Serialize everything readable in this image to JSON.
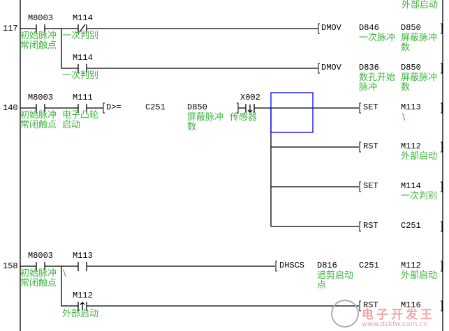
{
  "top_comment": "外部启动",
  "rung117": {
    "step": "117",
    "c1": {
      "device": "M8003",
      "comment": "初始脉冲\n常闭触点"
    },
    "c2": {
      "device": "M114",
      "comment": "一次判别"
    },
    "c3": {
      "device": "M114",
      "comment": "一次判别"
    },
    "i1": {
      "op": "DMOV",
      "a": "D846",
      "a_comment": "一次脉冲",
      "b": "D850",
      "b_comment": "屏蔽脉冲\n数"
    },
    "i2": {
      "op": "DMOV",
      "a": "D836",
      "a_comment": "数孔开始\n脉冲",
      "b": "D850",
      "b_comment": "屏蔽脉冲\n数"
    }
  },
  "rung140": {
    "step": "140",
    "c1": {
      "device": "M8003",
      "comment": "初始脉冲\n常闭触点"
    },
    "c2": {
      "device": "M111",
      "comment": "电子凸轮\n启动"
    },
    "cmp": {
      "op": "D>=",
      "a": "C251",
      "b": "D850",
      "b_comment": "屏蔽脉冲\n数"
    },
    "c3": {
      "device": "X002",
      "comment": "传感器"
    },
    "o1": {
      "op": "SET",
      "a": "M113",
      "a_comment": "\\"
    },
    "o2": {
      "op": "RST",
      "a": "M112",
      "a_comment": "外部启动"
    },
    "o3": {
      "op": "SET",
      "a": "M114",
      "a_comment": "一次判别"
    },
    "o4": {
      "op": "RST",
      "a": "C251"
    }
  },
  "rung158": {
    "step": "158",
    "c1": {
      "device": "M8003",
      "comment": "初始脉冲\n常闭触点"
    },
    "c2": {
      "device": "M113",
      "comment": "\\"
    },
    "c3": {
      "device": "M112",
      "comment": "外部启动"
    },
    "i1": {
      "op": "DHSCS",
      "a": "D816",
      "a_comment": "追剪启动\n点",
      "b": "C251",
      "c": "M112",
      "c_comment": "外部启动"
    },
    "o2": {
      "op": "RST",
      "a": "M116"
    }
  },
  "watermark": {
    "title": "电子开发王",
    "url": "www.dzkfw.com.cn"
  },
  "colors": {
    "comment": "#3cb43c",
    "cursor": "#0000ff",
    "line": "#000000"
  }
}
